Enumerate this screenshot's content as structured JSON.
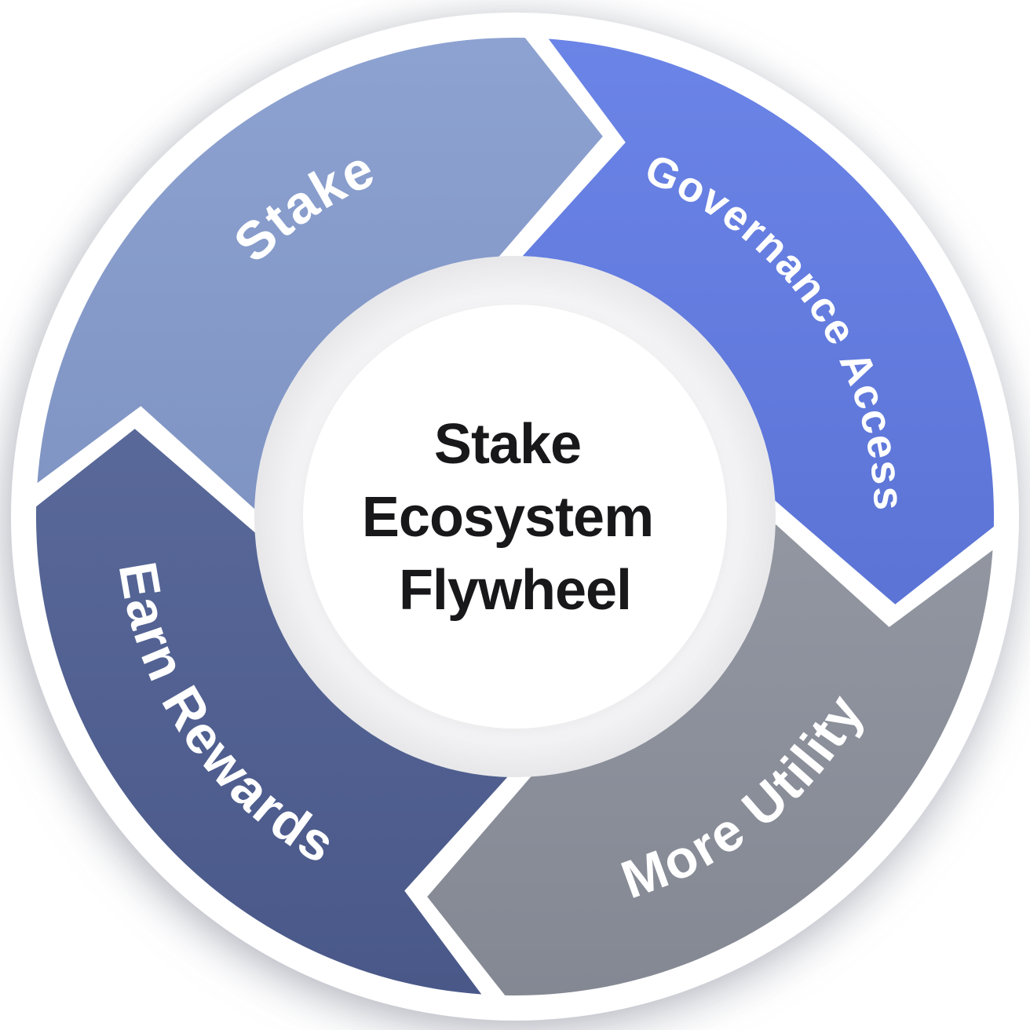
{
  "title": "Stake Ecosystem Flywheel",
  "diagram": {
    "type": "cycle-flywheel",
    "direction": "clockwise",
    "center_title": [
      "Stake",
      "Ecosystem",
      "Flywheel"
    ],
    "center_text_color": "#18181b",
    "label_text_color": "#ffffff",
    "segments": [
      {
        "label": "Stake",
        "color": "#8098cc",
        "position": "top-left"
      },
      {
        "label": "Governance Access",
        "color": "#5b76e4",
        "position": "top-right"
      },
      {
        "label": "More Utility",
        "color": "#969ba7",
        "position": "bottom-right"
      },
      {
        "label": "Earn Rewards",
        "color": "#53649b",
        "position": "bottom-left"
      }
    ]
  }
}
